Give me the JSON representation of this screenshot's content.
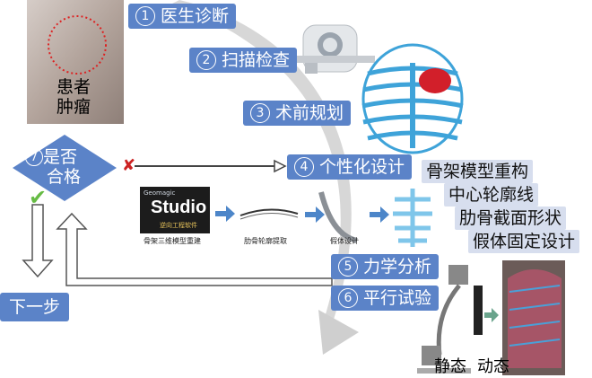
{
  "steps": {
    "s1": {
      "num": "1",
      "label": "医生诊断"
    },
    "s2": {
      "num": "2",
      "label": "扫描检查"
    },
    "s3": {
      "num": "3",
      "label": "术前规划"
    },
    "s4": {
      "num": "4",
      "label": "个性化设计"
    },
    "s5": {
      "num": "5",
      "label": "力学分析"
    },
    "s6": {
      "num": "6",
      "label": "平行试验"
    },
    "s7": {
      "num": "7",
      "line1": "是否",
      "line2": "合格"
    }
  },
  "patient_label": {
    "line1": "患者",
    "line2": "肿瘤"
  },
  "next_step": "下一步",
  "design_items": [
    "骨架模型重构",
    "中心轮廓线",
    "肋骨截面形状",
    "假体固定设计"
  ],
  "studio": {
    "brand": "Geomagic",
    "name": "Studio",
    "sub": "逆向工程软件"
  },
  "captions": {
    "c1": "骨架三维模型重建",
    "c2": "肋骨轮廓提取",
    "c3": "假体设计"
  },
  "static_label": "静态",
  "dynamic_label": "动态",
  "colors": {
    "step_bg": "#5b83c8",
    "side_bg": "#d7deee",
    "fail_mark": "#cc2222",
    "pass_mark": "#66bb44"
  }
}
